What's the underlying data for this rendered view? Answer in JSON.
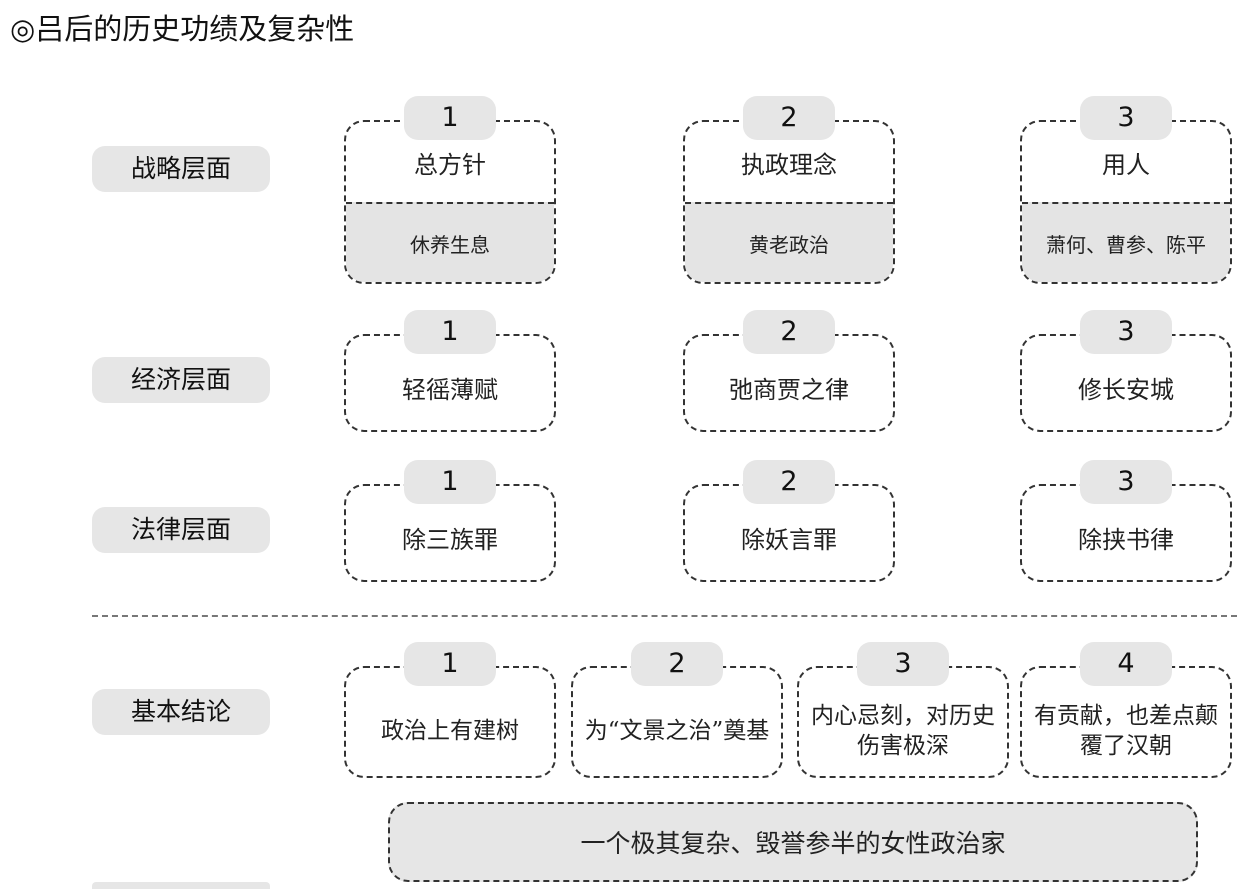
{
  "title": "◎吕后的历史功绩及复杂性",
  "rows": {
    "strategy": {
      "label": "战略层面",
      "items": [
        {
          "num": "1",
          "main": "总方针",
          "detail": "休养生息"
        },
        {
          "num": "2",
          "main": "执政理念",
          "detail": "黄老政治"
        },
        {
          "num": "3",
          "main": "用人",
          "detail": "萧何、曹参、陈平"
        }
      ]
    },
    "economy": {
      "label": "经济层面",
      "items": [
        {
          "num": "1",
          "main": "轻徭薄赋"
        },
        {
          "num": "2",
          "main": "弛商贾之律"
        },
        {
          "num": "3",
          "main": "修长安城"
        }
      ]
    },
    "law": {
      "label": "法律层面",
      "items": [
        {
          "num": "1",
          "main": "除三族罪"
        },
        {
          "num": "2",
          "main": "除妖言罪"
        },
        {
          "num": "3",
          "main": "除挟书律"
        }
      ]
    },
    "conclusion": {
      "label": "基本结论",
      "items": [
        {
          "num": "1",
          "text": "政治上有建树"
        },
        {
          "num": "2",
          "text": "为“文景之治”奠基"
        },
        {
          "num": "3",
          "text": "内心忌刻，对历史伤害极深"
        },
        {
          "num": "4",
          "text": "有贡献，也差点颠覆了汉朝"
        }
      ]
    }
  },
  "summary": "一个极其复杂、毁誉参半的女性政治家",
  "colors": {
    "pill": "#e6e6e6",
    "border": "#333333",
    "text": "#222222"
  }
}
